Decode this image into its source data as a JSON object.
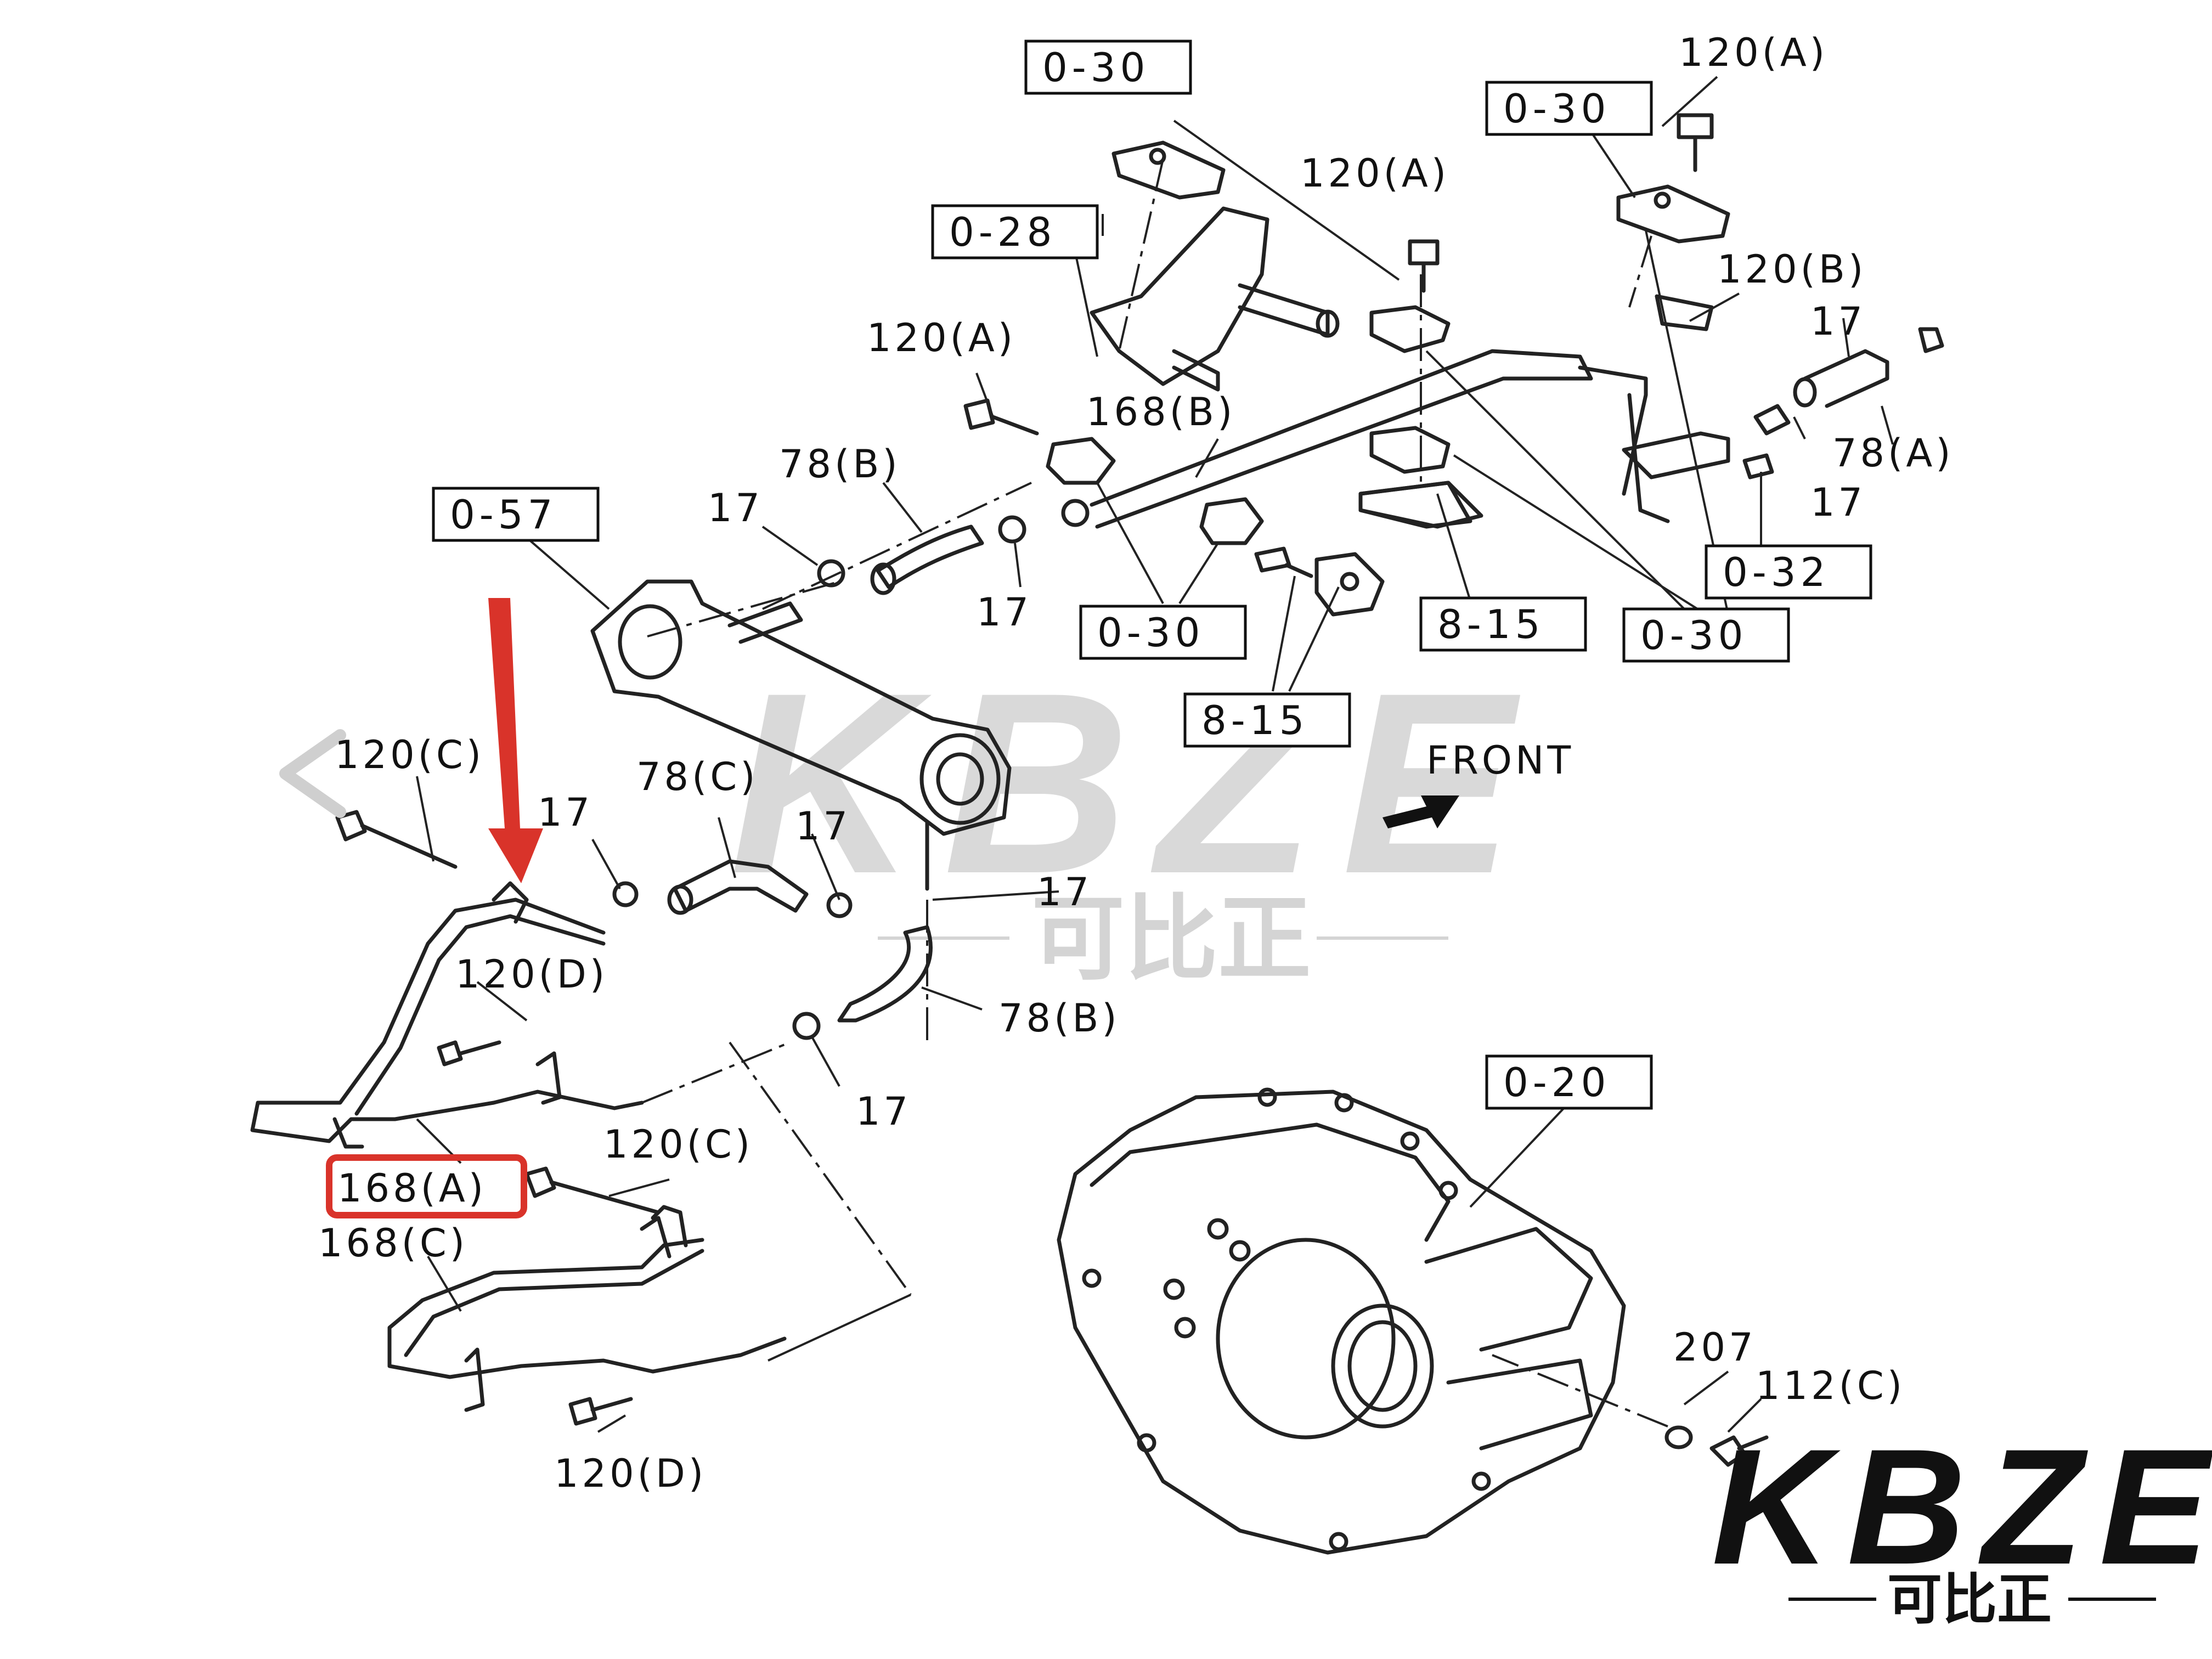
{
  "boxed_labels": {
    "b_0_30_top": "0-30",
    "b_0_30_right": "0-30",
    "b_0_28": "0-28",
    "b_0_57": "0-57",
    "b_0_30_mid": "0-30",
    "b_8_15_mid": "8-15",
    "b_8_15_right": "8-15",
    "b_0_30_low": "0-30",
    "b_0_32": "0-32",
    "b_0_20": "0-20"
  },
  "labels": {
    "l_120a_top": "120(A)",
    "l_120a_mid": "120(A)",
    "l_120b": "120(B)",
    "l_17_tr": "17",
    "l_78a": "78(A)",
    "l_17_r": "17",
    "l_120a_left": "120(A)",
    "l_168b": "168(B)",
    "l_78b_top": "78(B)",
    "l_17_a": "17",
    "l_17_b": "17",
    "l_120c_top": "120(C)",
    "l_17_c": "17",
    "l_78c": "78(C)",
    "l_17_d": "17",
    "l_17_e": "17",
    "l_120d_top": "120(D)",
    "l_78b_low": "78(B)",
    "l_17_f": "17",
    "l_168a": "168(A)",
    "l_120c_low": "120(C)",
    "l_168c": "168(C)",
    "l_120d_low": "120(D)",
    "l_207": "207",
    "l_112c": "112(C)",
    "front": "FRONT"
  },
  "watermark": {
    "text": "KBZE",
    "cn": "可比正"
  },
  "logo": {
    "text": "KBZE",
    "cn": "可比正"
  },
  "colors": {
    "highlight": "#d9332a",
    "ink": "#111111",
    "watermark": "#d9d9d9"
  }
}
